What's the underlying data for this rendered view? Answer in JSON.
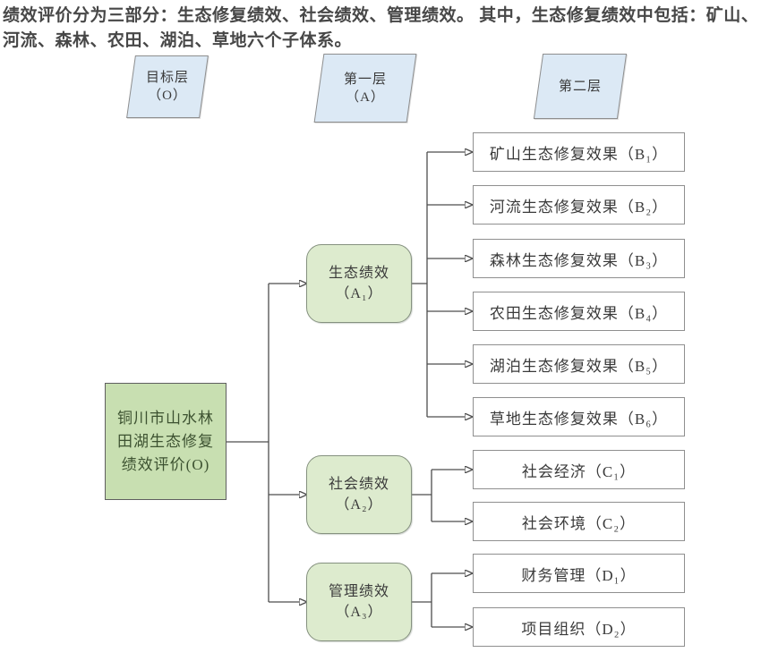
{
  "header": {
    "text": "绩效评价分为三部分：生态修复绩效、社会绩效、管理绩效。 其中，生态修复绩效中包括：矿山、河流、森林、农田、湖泊、草地六个子体系。"
  },
  "layers": [
    {
      "line1": "目标层",
      "line2": "（O）"
    },
    {
      "line1": "第一层",
      "line2": "（A）"
    },
    {
      "line1": "第二层",
      "line2": ""
    }
  ],
  "root": {
    "lines": [
      "铜川市山水林",
      "田湖生态修复",
      "绩效评价(O)"
    ]
  },
  "level1": [
    {
      "name": "生态绩效",
      "code": "（A₁）"
    },
    {
      "name": "社会绩效",
      "code": "（A₂）"
    },
    {
      "name": "管理绩效",
      "code": "（A₃）"
    }
  ],
  "level2": {
    "eco": [
      "矿山生态修复效果（B₁）",
      "河流生态修复效果（B₂）",
      "森林生态修复效果（B₃）",
      "农田生态修复效果（B₄）",
      "湖泊生态修复效果（B₅）",
      "草地生态修复效果（B₆）"
    ],
    "social": [
      "社会经济（C₁）",
      "社会环境（C₂）"
    ],
    "management": [
      "财务管理（D₁）",
      "项目组织（D₂）"
    ]
  },
  "colors": {
    "root_fill": "#c8dfb1",
    "level1_fill": "#ddebce",
    "layer_fill": "#dce9f5",
    "leaf_fill": "#ffffff",
    "box_border": "#8f8f8f",
    "connector_line": "#4d4d4d",
    "header_text": "#474747",
    "root_text": "#3d5231"
  }
}
